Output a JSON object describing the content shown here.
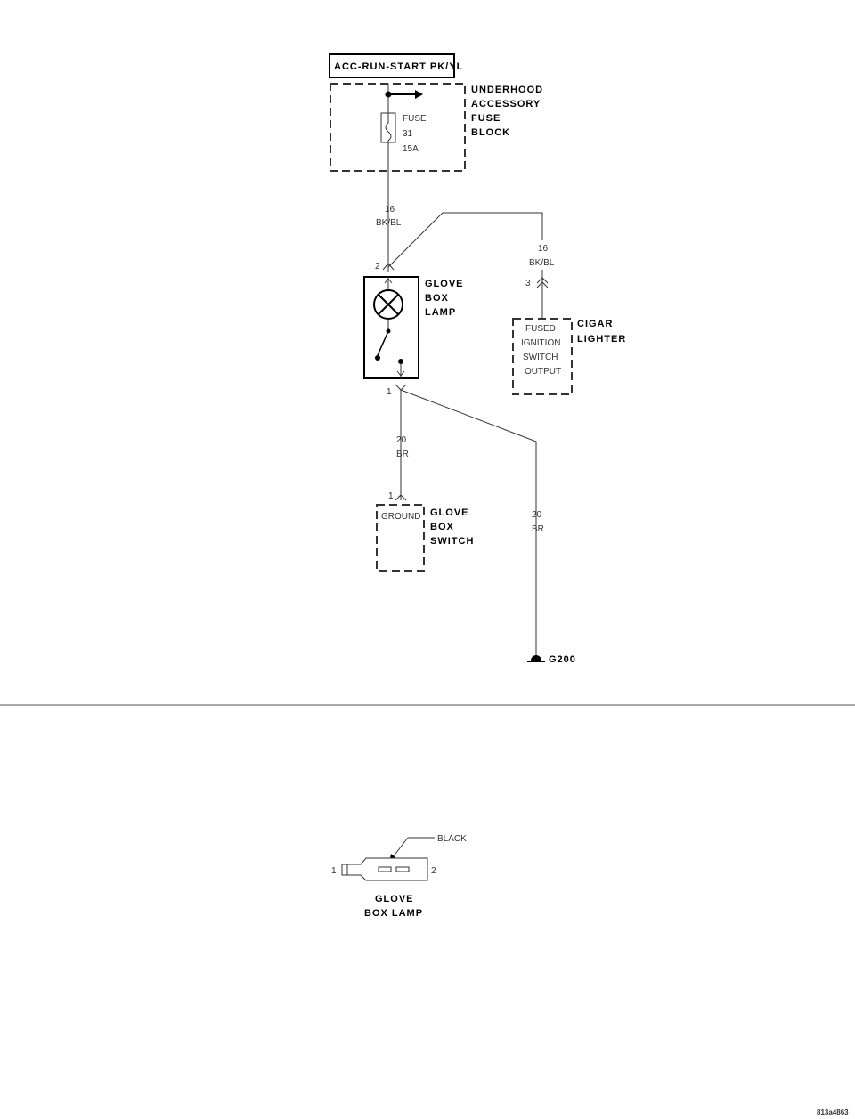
{
  "diagram": {
    "power": {
      "label": "ACC-RUN-START PK/YL"
    },
    "fuse_block": {
      "name_lines": [
        "UNDERHOOD",
        "ACCESSORY",
        "FUSE",
        "BLOCK"
      ],
      "fuse_lines": [
        "FUSE",
        "31",
        "15A"
      ]
    },
    "wire_a": {
      "gauge": "16",
      "color": "BK/BL"
    },
    "wire_b": {
      "gauge": "16",
      "color": "BK/BL"
    },
    "glove_lamp": {
      "name_lines": [
        "GLOVE",
        "BOX",
        "LAMP"
      ],
      "pin_top": "2",
      "pin_bottom": "1"
    },
    "cigar_lighter": {
      "name_lines": [
        "CIGAR",
        "LIGHTER"
      ],
      "inner_lines": [
        "FUSED",
        "IGNITION",
        "SWITCH",
        "OUTPUT"
      ],
      "pin": "3"
    },
    "wire_c": {
      "gauge": "20",
      "color": "BR"
    },
    "wire_d": {
      "gauge": "20",
      "color": "BR"
    },
    "glove_switch": {
      "name_lines": [
        "GLOVE",
        "BOX",
        "SWITCH"
      ],
      "inner": "GROUND",
      "pin": "1"
    },
    "ground": {
      "label": "G200"
    }
  },
  "connector_view": {
    "color_label": "BLACK",
    "pin_left": "1",
    "pin_right": "2",
    "name_lines": [
      "GLOVE",
      "BOX LAMP"
    ]
  },
  "figure_id": "813a4863"
}
